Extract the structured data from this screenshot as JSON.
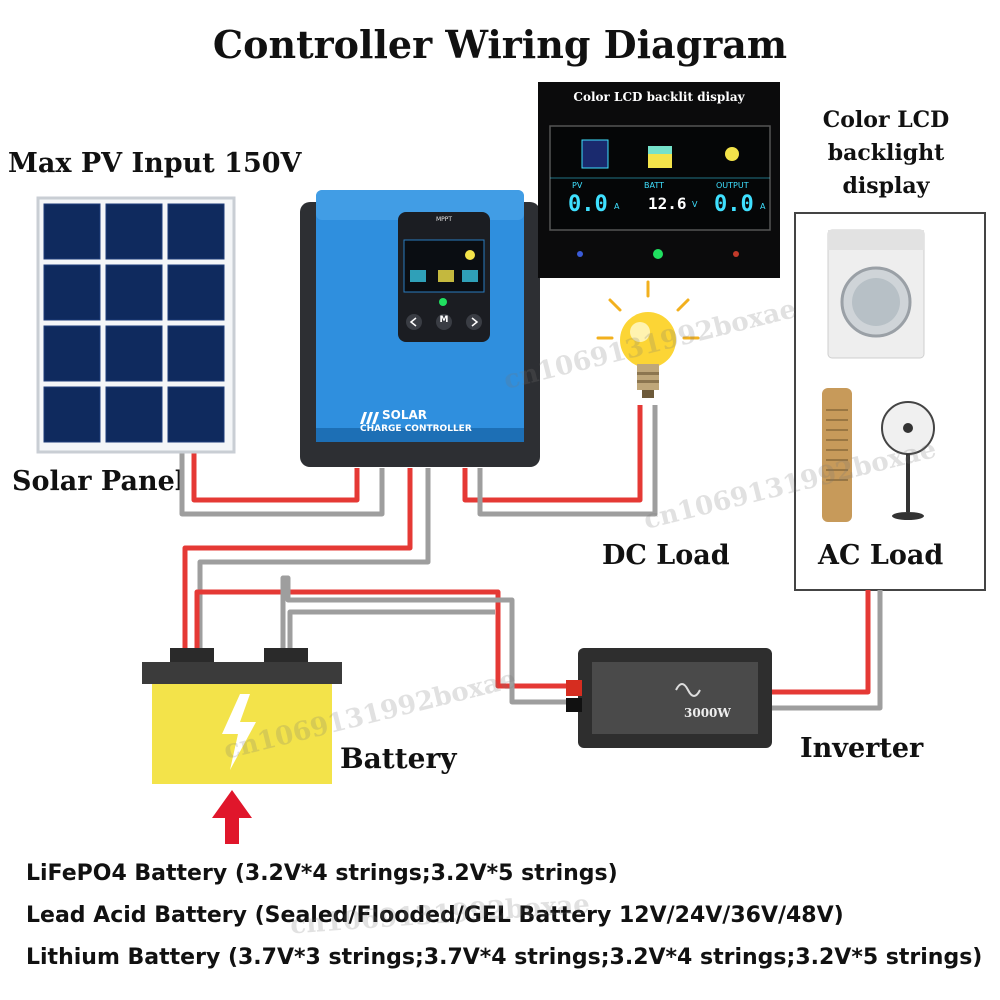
{
  "title": "Controller Wiring Diagram",
  "pv_input_label": "Max PV  Input 150V",
  "solar_panel_label": "Solar Panel",
  "dc_load_label": "DC Load",
  "ac_load_label": "AC Load",
  "battery_label": "Battery",
  "inverter_label": "Inverter",
  "lcd_inset_caption": "Color LCD backlit display",
  "lcd_side_label": "Color LCD backlight display",
  "lcd": {
    "pv_label": "PV",
    "pv_value": "0.0",
    "pv_unit": "A",
    "batt_label": "BATT",
    "batt_value": "12.6",
    "batt_unit": "V",
    "output_label": "OUTPUT",
    "output_value": "0.0",
    "output_unit": "A"
  },
  "controller": {
    "brand": "MPPT",
    "logo_line1": "SOLAR",
    "logo_line2": "CHARGE CONTROLLER",
    "btn_menu": "M"
  },
  "inverter_rating": "3000W",
  "battery_notes": [
    "LiFePO4 Battery (3.2V*4 strings;3.2V*5 strings)",
    "Lead Acid Battery (Sealed/Flooded/GEL Battery 12V/24V/36V/48V)",
    "Lithium Battery (3.7V*3 strings;3.7V*4 strings;3.2V*4 strings;3.2V*5 strings)"
  ],
  "watermark": "cn1069131992boxae",
  "colors": {
    "wire_positive": "#e53935",
    "wire_negative": "#9e9e9e",
    "controller_blue": "#2f8fde",
    "battery_yellow": "#f3e34a",
    "arrow_red": "#e0162b",
    "lcd_cyan": "#3fe0ff"
  },
  "icons": [
    "solar-panel-icon",
    "bulb-icon",
    "washing-machine-icon",
    "tower-heater-icon",
    "fan-icon",
    "lightning-icon",
    "up-arrow-icon"
  ]
}
